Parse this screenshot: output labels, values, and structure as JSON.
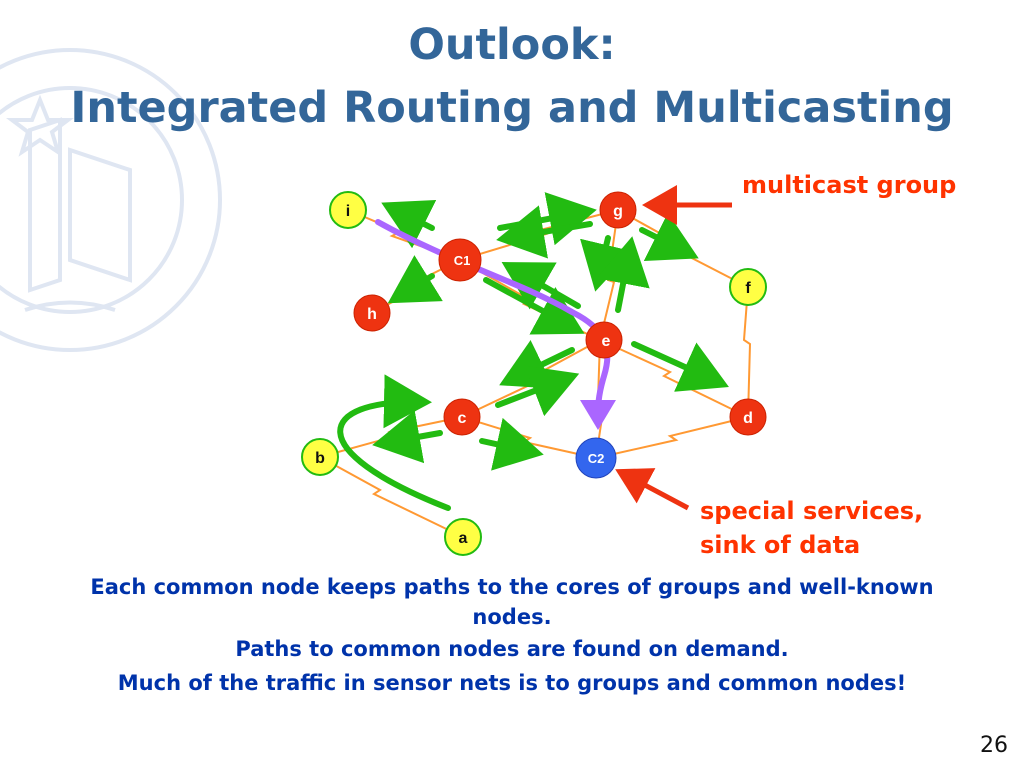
{
  "title": {
    "line1": "Outlook:",
    "line2": "Integrated Routing and Multicasting"
  },
  "annotations": {
    "multicast_group": "multicast group",
    "special_services_line1": "special services,",
    "special_services_line2": "sink of data"
  },
  "nodes": {
    "i": "i",
    "g": "g",
    "c1": "C1",
    "h": "h",
    "f": "f",
    "e": "e",
    "c": "c",
    "d": "d",
    "b": "b",
    "c2": "C2",
    "a": "a"
  },
  "body": {
    "line1": "Each common node  keeps paths to the cores of groups and well-known",
    "line2": "nodes.",
    "line3": "Paths to common nodes are found on demand.",
    "line4": "Much of the traffic in sensor nets  is to groups and common nodes!"
  },
  "page_number": "26",
  "colors": {
    "title": "#336699",
    "callout": "#ff3300",
    "body_text": "#0033aa",
    "regular_node": "#ffff44",
    "group_node": "#ee3311",
    "sink_node": "#3366ee",
    "arrow": "#22bb11",
    "route": "#aa66ff",
    "link": "#ff9933"
  },
  "icons": {
    "background_seal": "university-seal-watermark"
  }
}
